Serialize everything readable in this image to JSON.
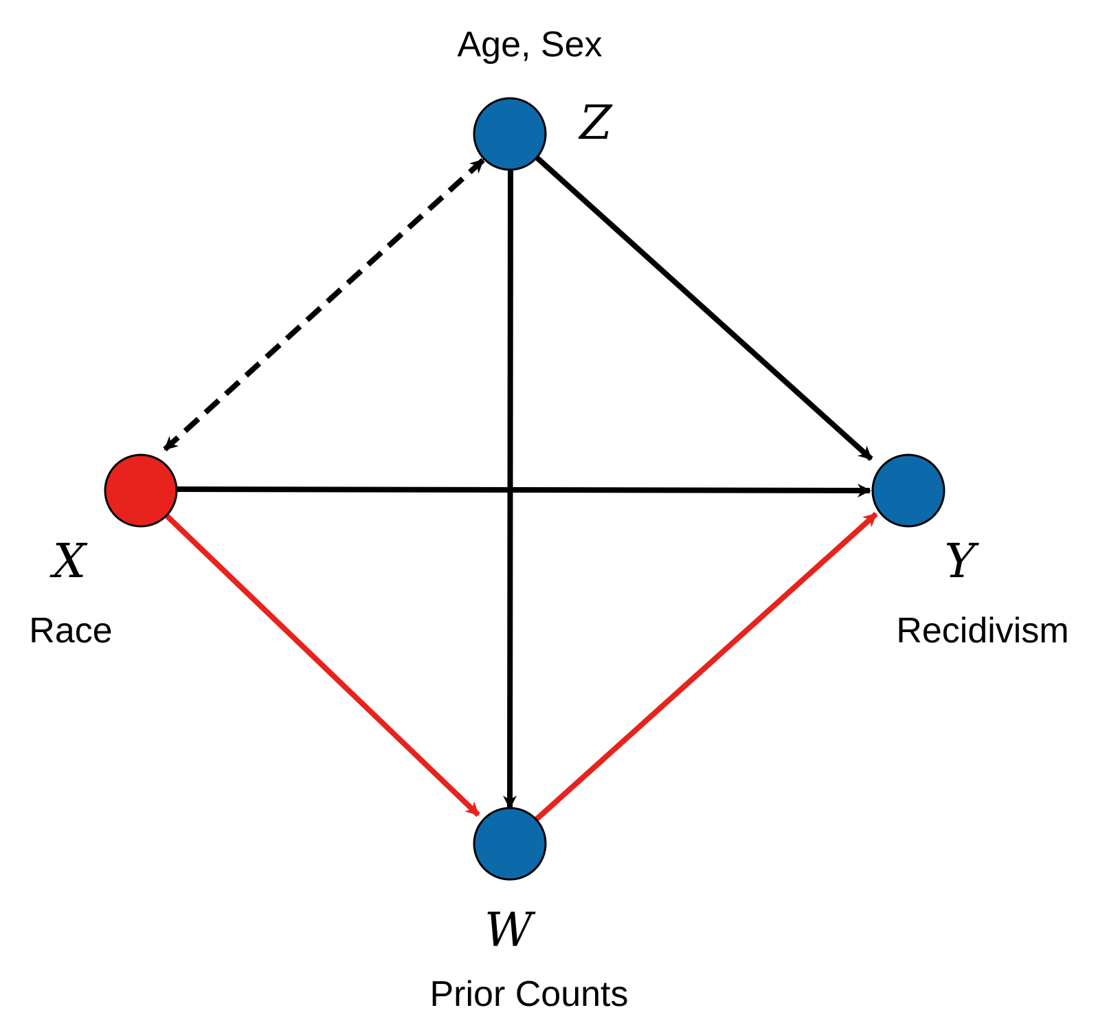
{
  "colors": {
    "treatment_node": "#E8221C",
    "other_node": "#0C6AAA",
    "node_stroke": "#000000",
    "edge_default": "#000000",
    "edge_highlight": "#E8221C"
  },
  "nodes": [
    {
      "id": "Z",
      "symbol": "Z",
      "description": "Age, Sex",
      "kind": "other"
    },
    {
      "id": "X",
      "symbol": "X",
      "description": "Race",
      "kind": "treatment"
    },
    {
      "id": "Y",
      "symbol": "Y",
      "description": "Recidivism",
      "kind": "other"
    },
    {
      "id": "W",
      "symbol": "W",
      "description": "Prior Counts",
      "kind": "other"
    }
  ],
  "edges": [
    {
      "from": "Z",
      "to": "X",
      "style": "dashed",
      "bidirected": true,
      "color": "edge_default"
    },
    {
      "from": "Z",
      "to": "Y",
      "style": "solid",
      "bidirected": false,
      "color": "edge_default"
    },
    {
      "from": "Z",
      "to": "W",
      "style": "solid",
      "bidirected": false,
      "color": "edge_default"
    },
    {
      "from": "X",
      "to": "Y",
      "style": "solid",
      "bidirected": false,
      "color": "edge_default"
    },
    {
      "from": "X",
      "to": "W",
      "style": "solid",
      "bidirected": false,
      "color": "edge_highlight"
    },
    {
      "from": "W",
      "to": "Y",
      "style": "solid",
      "bidirected": false,
      "color": "edge_highlight"
    }
  ]
}
